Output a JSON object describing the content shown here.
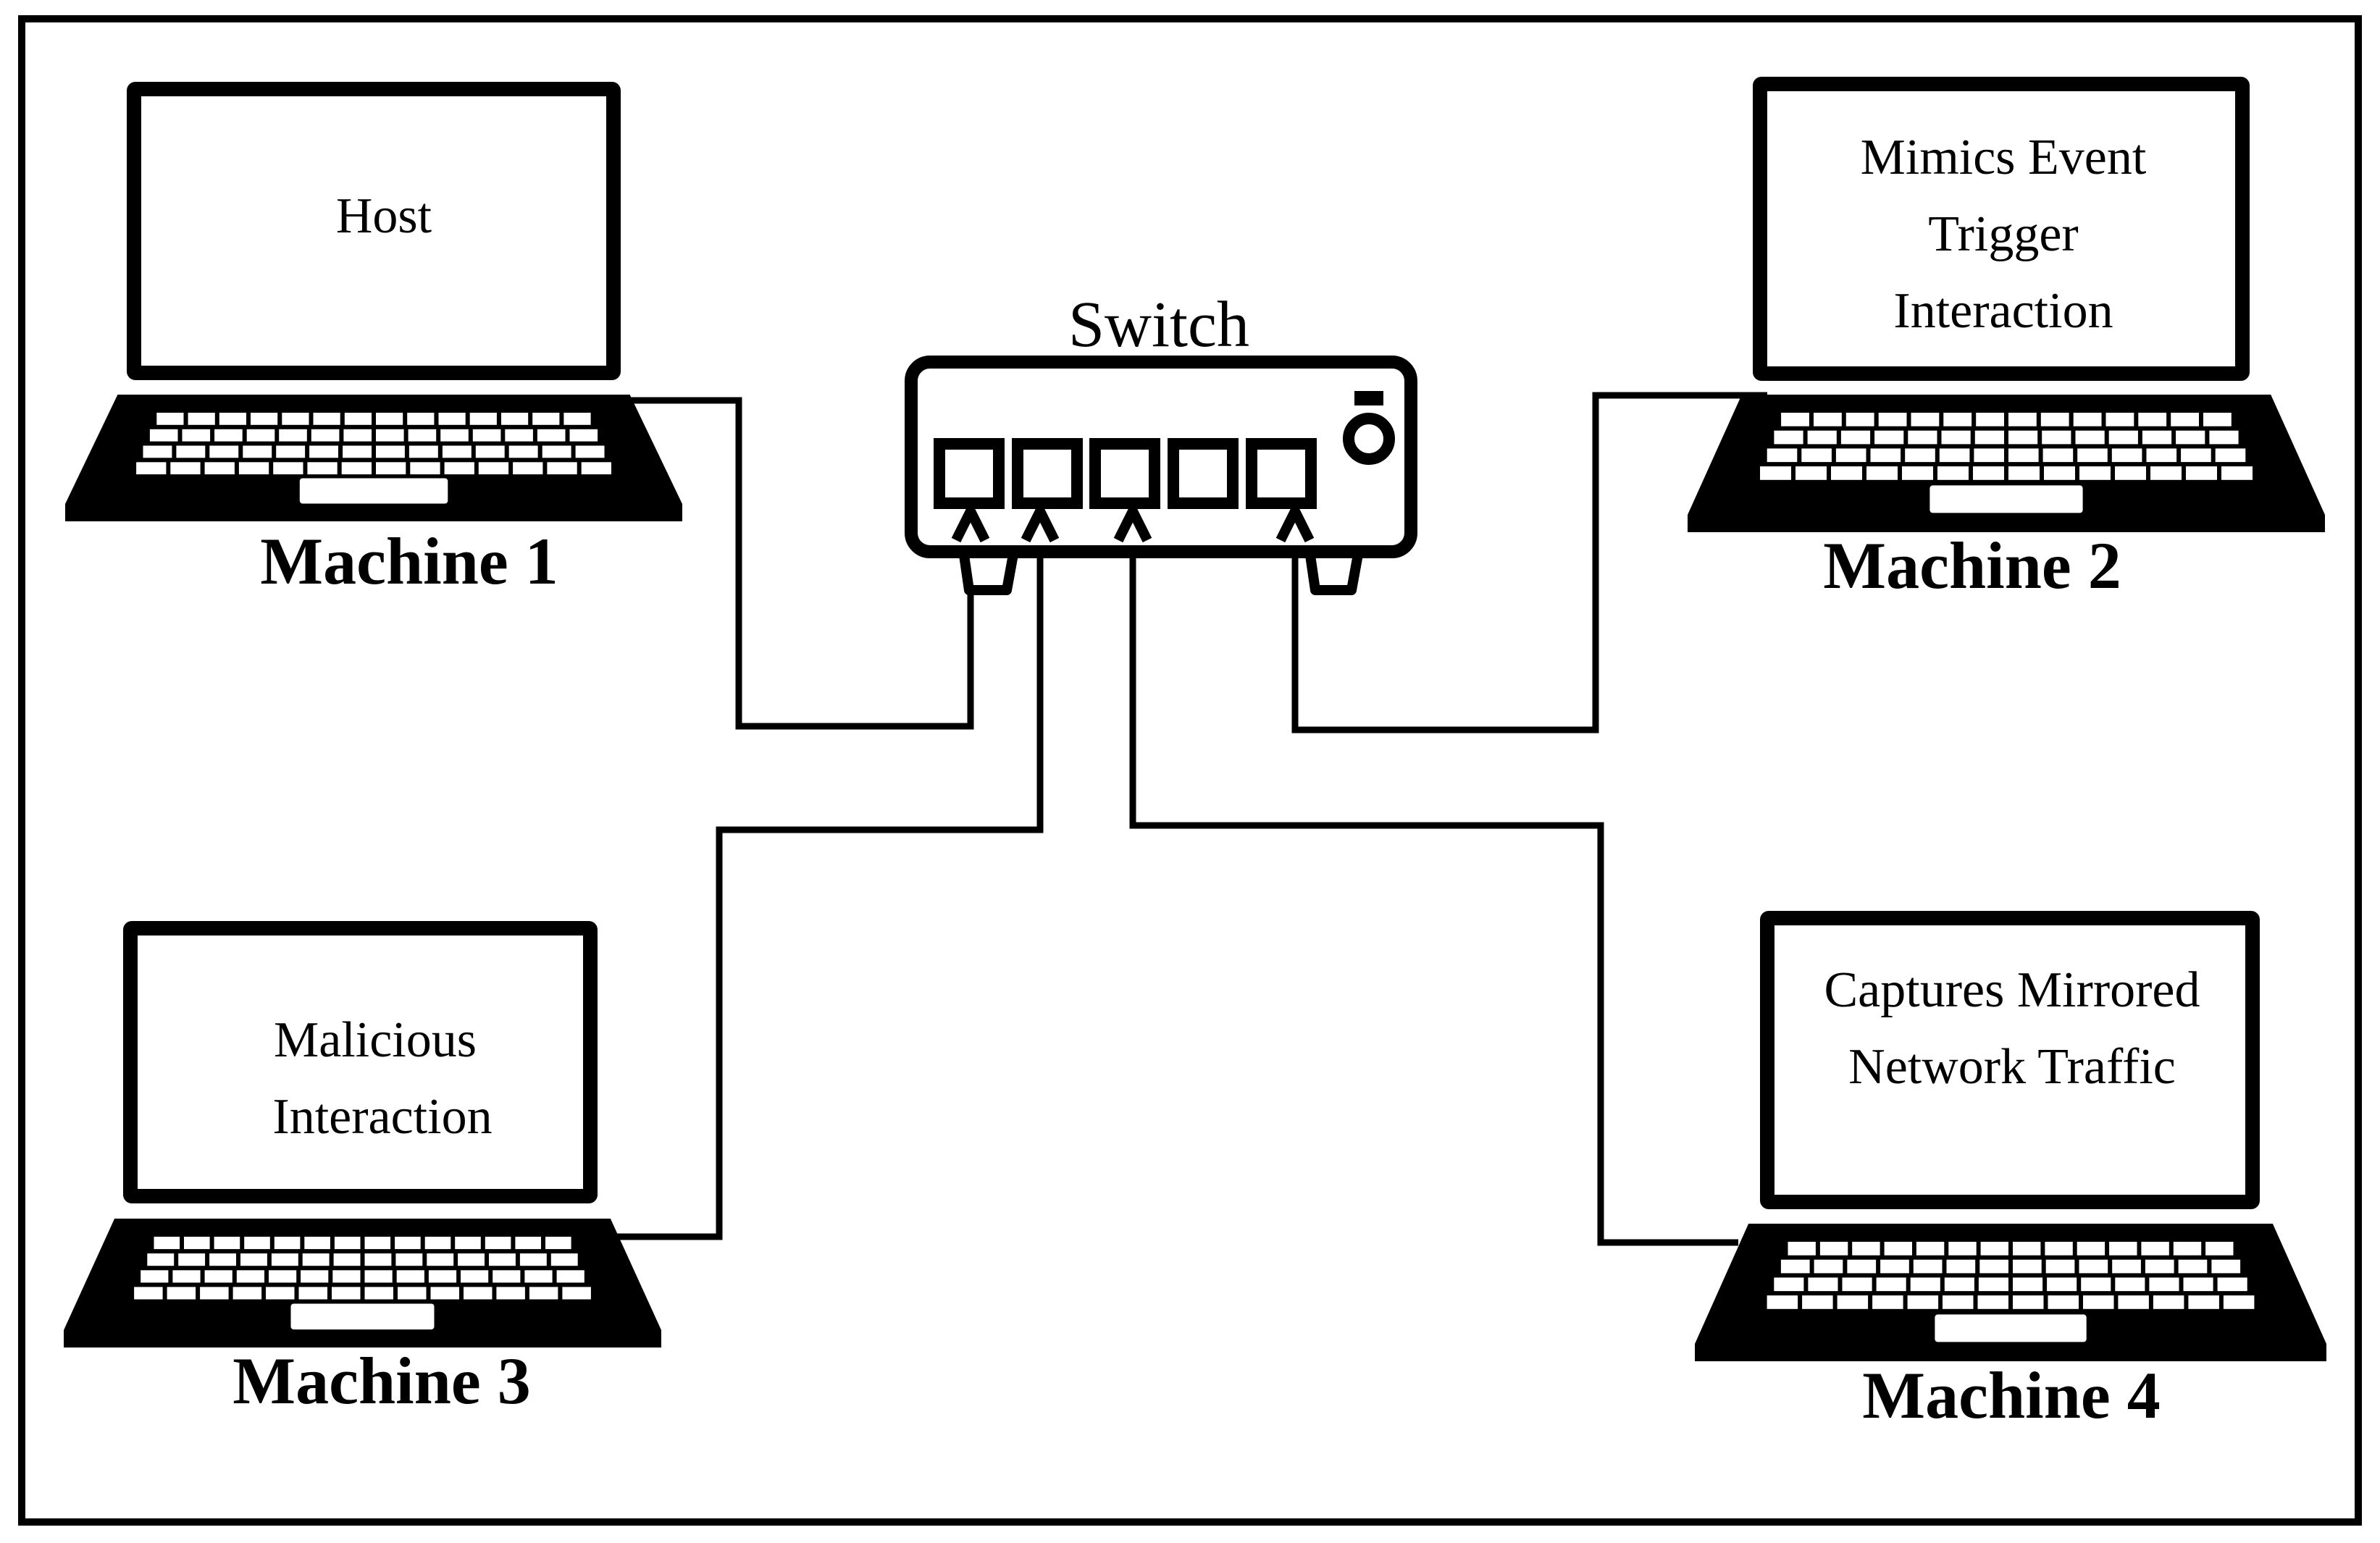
{
  "switch": {
    "label": "Switch"
  },
  "machines": [
    {
      "name": "Machine 1",
      "screen_lines": [
        "Host"
      ]
    },
    {
      "name": "Machine 2",
      "screen_lines": [
        "Mimics Event",
        "Trigger",
        "Interaction"
      ]
    },
    {
      "name": "Machine 3",
      "screen_lines": [
        "Malicious",
        "Interaction"
      ]
    },
    {
      "name": "Machine 4",
      "screen_lines": [
        "Captures Mirrored",
        "Network Traffic"
      ]
    }
  ]
}
